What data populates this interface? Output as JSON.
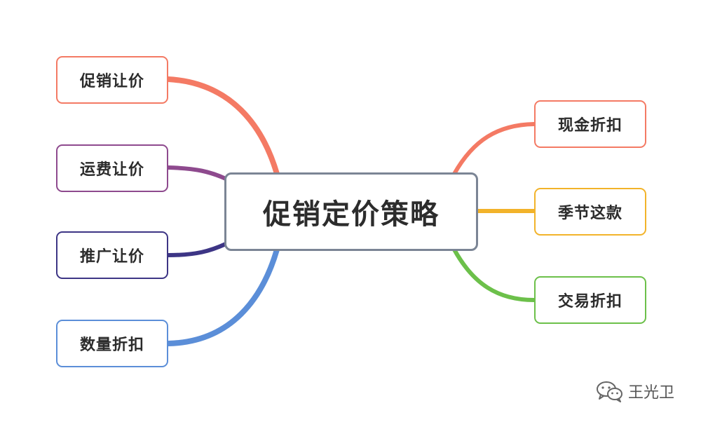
{
  "center": {
    "label": "促销定价策略",
    "border": "#7b8595"
  },
  "left_branches": [
    {
      "label": "促销让价",
      "color": "#f47a64"
    },
    {
      "label": "运费让价",
      "color": "#8e4a8e"
    },
    {
      "label": "推广让价",
      "color": "#3d3585"
    },
    {
      "label": "数量折扣",
      "color": "#5b8ed8"
    }
  ],
  "right_branches": [
    {
      "label": "现金折扣",
      "color": "#f47a64"
    },
    {
      "label": "季节这款",
      "color": "#f2b32a"
    },
    {
      "label": "交易折扣",
      "color": "#6cc04a"
    }
  ],
  "watermark": {
    "text": "王光卫",
    "icon": "wechat-icon"
  }
}
